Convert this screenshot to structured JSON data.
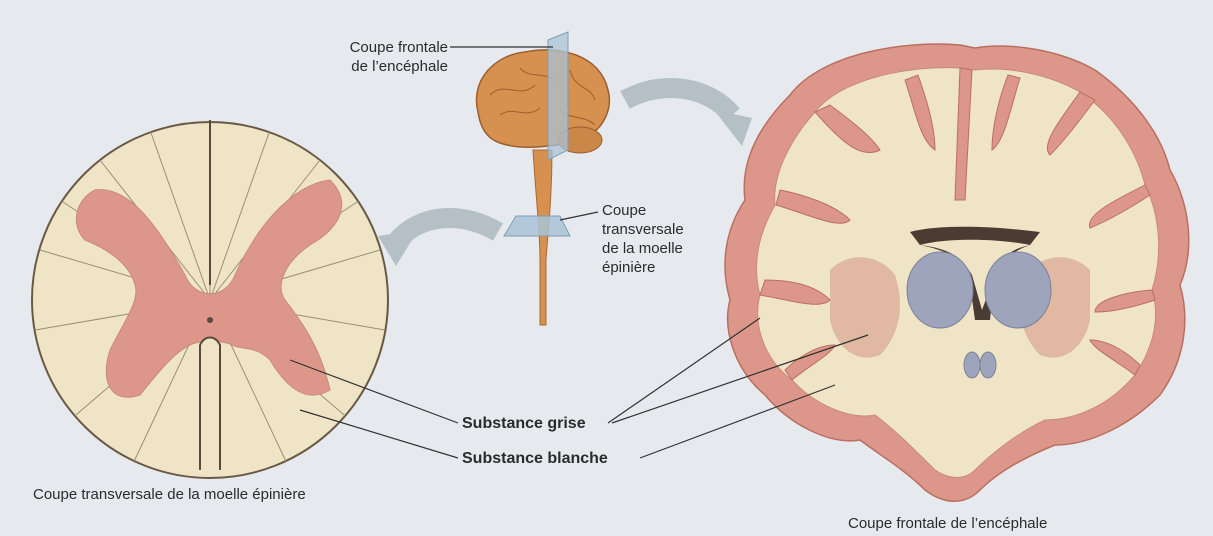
{
  "labels": {
    "frontal_plane": [
      "Coupe frontale",
      "de l’encéphale"
    ],
    "transverse_plane": [
      "Coupe",
      "transversale",
      "de la moelle",
      "épinière"
    ],
    "grey_matter": "Substance grise",
    "white_matter": "Substance blanche"
  },
  "captions": {
    "spinal_cord": "Coupe transversale de la moelle épinière",
    "brain": "Coupe frontale de l’encéphale"
  },
  "colors": {
    "background": "#e6e9ee",
    "white_matter": "#efe4c6",
    "grey_matter": "#dd978a",
    "ventricle_blue": "#9ea4bb",
    "arrow": "#b5c0c6",
    "plane": "#a9c3d6",
    "brain_model": "#d6904f"
  }
}
